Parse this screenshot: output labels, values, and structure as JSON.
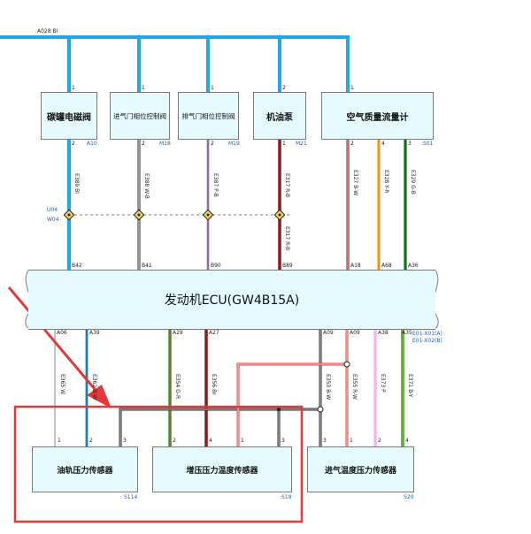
{
  "bus_label": "A028 BI",
  "components": {
    "canister_valve": "碳罐电磁阀",
    "intake_cam_valve": "进气门相位控制阀",
    "exhaust_cam_valve": "排气门相位控制阀",
    "oil_pump": "机油泵",
    "maf_meter": "空气质量流量计",
    "rail_pressure_sensor": "油轨压力传感器",
    "boost_sensor": "增压压力温度传感器",
    "intake_temp_sensor": "进气温度压力传感器"
  },
  "ecu_label": "发动机ECU(GW4B15A)",
  "component_ids": {
    "canister_valve": "A10",
    "intake_cam_valve": "M18",
    "exhaust_cam_valve": "M19",
    "oil_pump": "M21",
    "maf_meter": "S01",
    "rail_pressure_sensor": "S114",
    "boost_sensor": "S19",
    "intake_temp_sensor": "S20"
  },
  "pins_top": {
    "canister_top": "1",
    "intake_top": "1",
    "exhaust_top": "1",
    "oil_top": "2",
    "maf_top": "1",
    "canister_bottom": "2",
    "intake_bottom": "2",
    "exhaust_bottom": "2",
    "oil_bottom": "1",
    "maf_b1": "2",
    "maf_b2": "4",
    "maf_b3": "3"
  },
  "wires_top": {
    "w1": "E389 Bl",
    "w2": "E388 W-B",
    "w3": "E387 P-B",
    "w4": "E317 R-B",
    "w4b": "E317 R-B",
    "w5": "E327 B-W",
    "w6": "E328 Y-R",
    "w7": "E329 G-B"
  },
  "connectors": {
    "upper": "U04",
    "lower": "W04"
  },
  "ecu_pins_top": [
    "B42",
    "B41",
    "B90",
    "B89",
    "A18",
    "A68",
    "A36"
  ],
  "ecu_pins_bottom": [
    "A06",
    "A39",
    "A29",
    "A27",
    "A09",
    "A09",
    "A38",
    "A35"
  ],
  "ecu_connector_labels": [
    "E01-X01(A)",
    "E01-X02(B)"
  ],
  "wires_bottom": {
    "w1": "E365 W",
    "w2": "E362 B-W",
    "w3": "E354 G-R",
    "w4": "E356 Br",
    "w5": "E353 B-W",
    "w6": "E355 R-W",
    "w7": "E373 P",
    "w8": "E371 B-Y"
  },
  "pins_bottom": {
    "rail_1": "1",
    "rail_2": "2",
    "rail_3": "3",
    "boost_2": "2",
    "boost_4": "4",
    "boost_1": "1",
    "boost_3": "3",
    "temp_3": "3",
    "temp_1": "1",
    "temp_2": "2",
    "temp_4": "4"
  },
  "colors": {
    "bus_blue": "#21a9e6",
    "wire_black": "#2a2a2a",
    "wire_pink": "#cc99d6",
    "wire_darkred": "#8b1a1a",
    "wire_yellow": "#f4c22a",
    "wire_red": "#e04545",
    "wire_green": "#2c9a2c",
    "wire_lightpink": "#f3b6f0",
    "annotation_red": "#e23a3a",
    "box_fill": "#e6fbff"
  }
}
